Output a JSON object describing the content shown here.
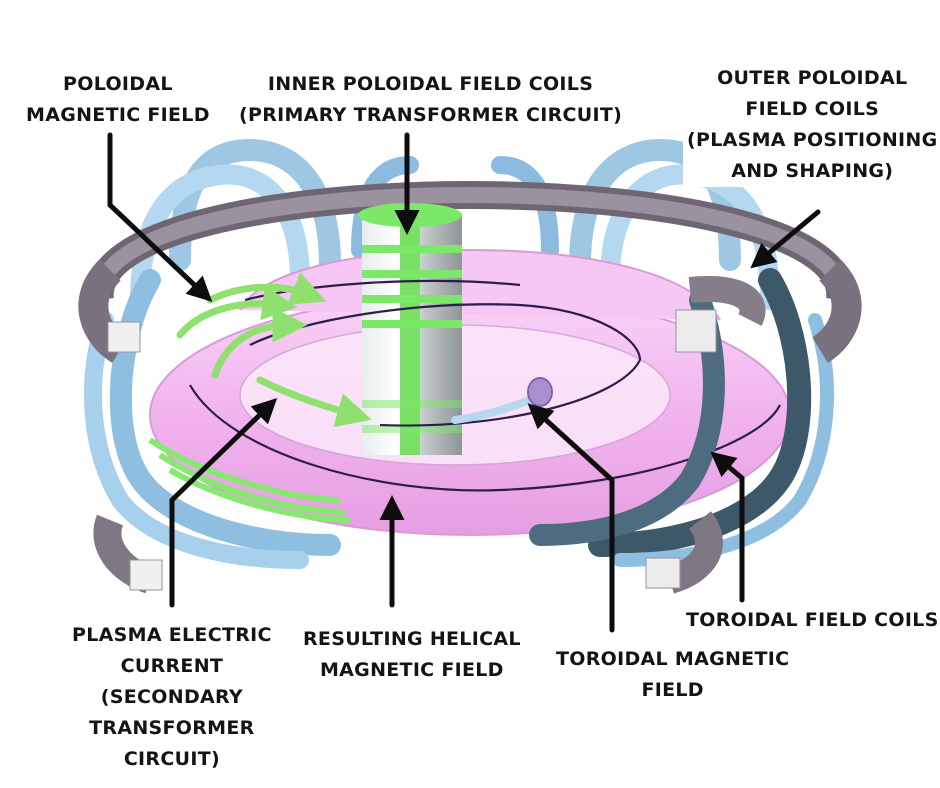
{
  "labels": {
    "poloidal_field": [
      "POLOIDAL",
      "MAGNETIC FIELD"
    ],
    "inner_coils": [
      "INNER POLOIDAL FIELD COILS",
      "(PRIMARY TRANSFORMER CIRCUIT)"
    ],
    "outer_coils": [
      "OUTER POLOIDAL",
      "FIELD COILS",
      "(PLASMA POSITIONING",
      "AND SHAPING)"
    ],
    "plasma_current": [
      "PLASMA ELECTRIC",
      "CURRENT",
      "(SECONDARY",
      "TRANSFORMER",
      "CIRCUIT)"
    ],
    "helical_field": [
      "RESULTING HELICAL",
      "MAGNETIC FIELD"
    ],
    "toroidal_field": [
      "TOROIDAL MAGNETIC",
      "FIELD"
    ],
    "toroidal_coils": [
      "TOROIDAL FIELD COILS"
    ]
  },
  "colors": {
    "plasma": "#f4b9f2",
    "coil_light": "#a9cfe9",
    "coil_dark": "#3f5a6c",
    "pf_ring": "#8c8590",
    "solenoid": "#7be868",
    "arrow": "#0d0d0d"
  }
}
